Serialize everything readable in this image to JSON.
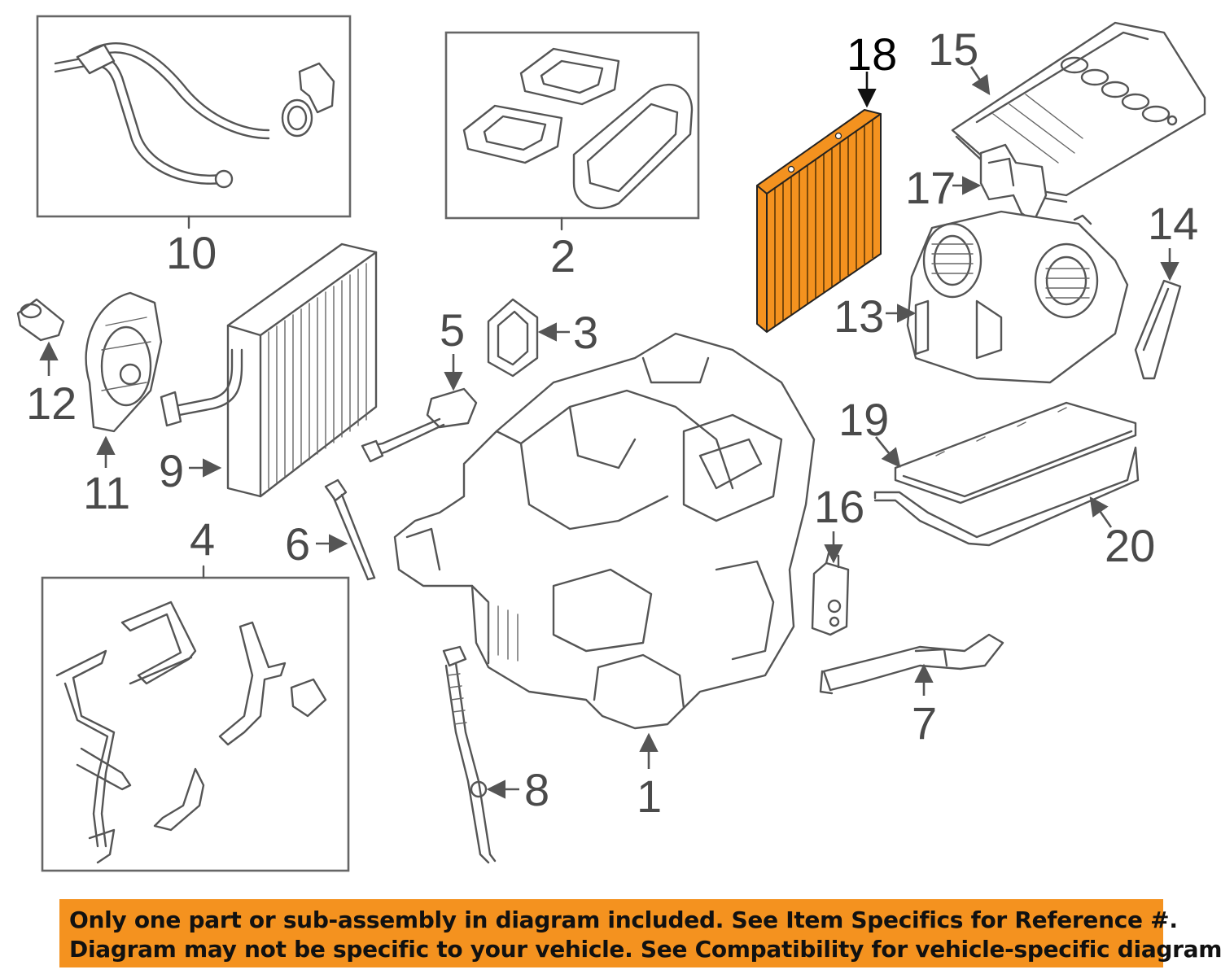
{
  "highlight_color": "#f4921f",
  "callouts": {
    "c1": "1",
    "c2": "2",
    "c3": "3",
    "c4": "4",
    "c5": "5",
    "c6": "6",
    "c7": "7",
    "c8": "8",
    "c9": "9",
    "c10": "10",
    "c11": "11",
    "c12": "12",
    "c13": "13",
    "c14": "14",
    "c15": "15",
    "c16": "16",
    "c17": "17",
    "c18": "18",
    "c19": "19",
    "c20": "20"
  },
  "highlighted_part": "18",
  "disclaimer": {
    "line1": "Only one part or sub-assembly in diagram included. See Item Specifics for Reference #.",
    "line2": "Diagram may not be specific to your vehicle. See Compatibility for vehicle-specific diagrams."
  }
}
